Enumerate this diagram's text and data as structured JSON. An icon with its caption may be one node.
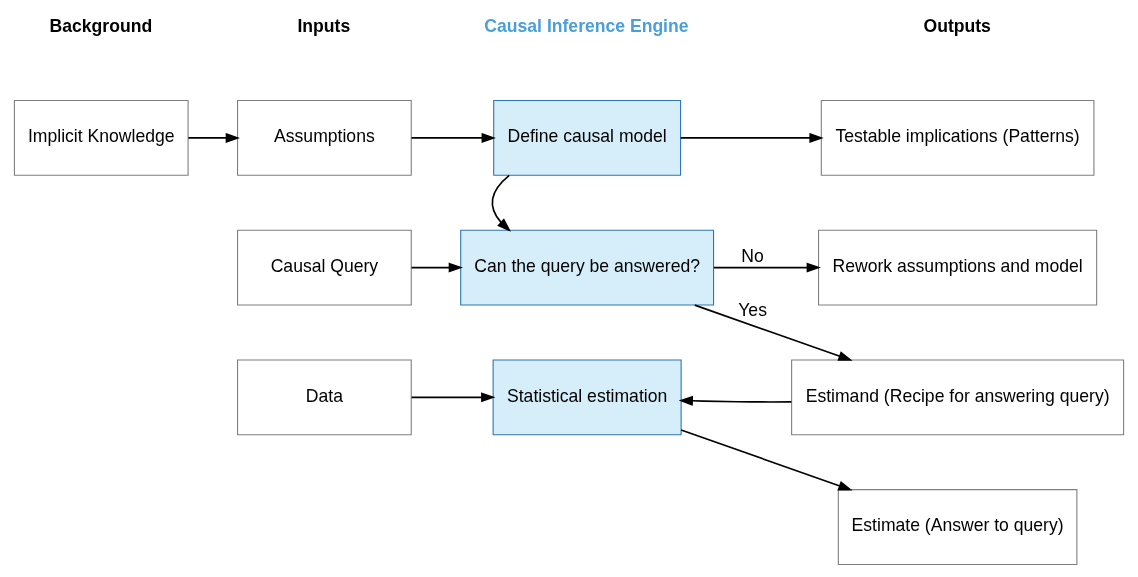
{
  "diagram": {
    "nodes": [
      {
        "text": [
          "Implicit Knowledge"
        ]
      },
      {
        "text": [
          "Assumptions"
        ]
      },
      {
        "text": [
          "Define causal model"
        ]
      },
      {
        "text": [
          "Testable implications (Patterns)"
        ]
      },
      {
        "text": [
          "Rework assumptions and model"
        ]
      },
      {
        "text": [
          "Causal Query"
        ]
      },
      {
        "text": [
          "Can the query be answered?"
        ]
      },
      {
        "text": [
          "Estimand (Recipe for answering query)"
        ]
      },
      {
        "text": [
          "Data"
        ]
      },
      {
        "text": [
          "Statistical estimation"
        ]
      },
      {
        "text": [
          "Estimate (Answer to query)"
        ]
      }
    ],
    "edges": [
      {
        "from": 0,
        "to": 1,
        "arrow": "to"
      },
      {
        "from": 1,
        "to": 2,
        "arrow": "to"
      },
      {
        "from": 2,
        "to": 3,
        "arrow": "to"
      },
      {
        "from": 2,
        "to": 6,
        "arrow": "to"
      },
      {
        "from": 6,
        "to": 4,
        "arrow": "to",
        "label": "No"
      },
      {
        "from": 6,
        "to": 7,
        "arrow": "to",
        "label": "Yes"
      },
      {
        "from": 5,
        "to": 6,
        "arrow": "to"
      },
      {
        "from": 7,
        "to": 9,
        "arrow": "to"
      },
      {
        "from": 8,
        "to": 9,
        "arrow": "to"
      },
      {
        "from": 9,
        "to": 10,
        "arrow": "to"
      }
    ],
    "labels": [
      "Background",
      "Inputs",
      "Causal Inference Engine",
      "Outputs"
    ]
  }
}
